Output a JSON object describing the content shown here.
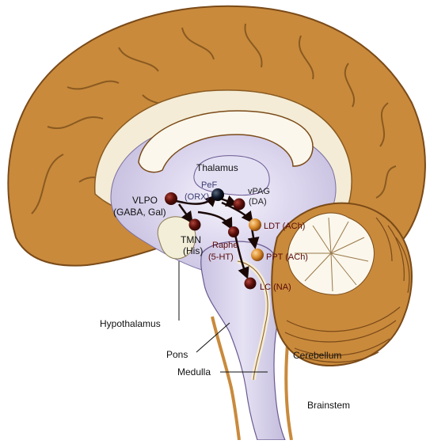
{
  "labels": {
    "thalamus": "Thalamus",
    "pef": "PeF",
    "pef_nt": "(ORX)",
    "vpag": "vPAG",
    "vpag_nt": "(DA)",
    "vlpo": "VLPO",
    "vlpo_nt": "(GABA, Gal)",
    "ldt": "LDT (ACh)",
    "tmn": "TMN",
    "tmn_nt": "(His)",
    "raphe": "Raphe",
    "raphe_nt": "(5-HT)",
    "ppt": "PPT (ACh)",
    "lc": "LC (NA)",
    "hypothalamus": "Hypothalamus",
    "pons": "Pons",
    "cerebellum": "Cerebellum",
    "medulla": "Medulla",
    "brainstem": "Brainstem"
  },
  "colors": {
    "cortex": "#c98a3c",
    "cortex_dark": "#8a5a20",
    "interior": "#d8d4ec",
    "glow": "#eeeaf8",
    "white_matter": "#f6f2e6",
    "nucleus_dark": "#5b0f0a",
    "nucleus_orange": "#d98a2a",
    "nucleus_black": "#101828"
  }
}
